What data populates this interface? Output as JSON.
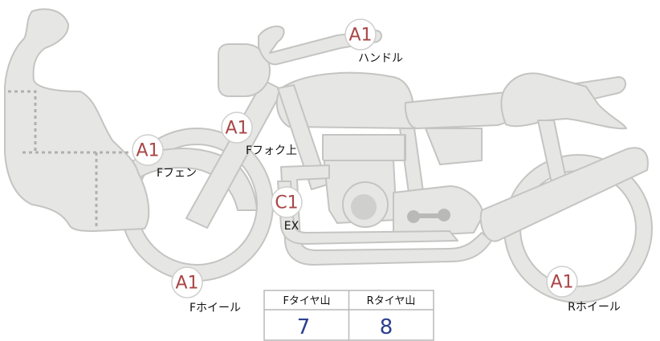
{
  "inspection_points": [
    {
      "id": "handlebar",
      "grade": "A1",
      "label": "ハンドル"
    },
    {
      "id": "front-fork-upper",
      "grade": "A1",
      "label": "Fフォク上"
    },
    {
      "id": "front-fender",
      "grade": "A1",
      "label": "Fフェン"
    },
    {
      "id": "exhaust",
      "grade": "C1",
      "label": "EX"
    },
    {
      "id": "front-wheel",
      "grade": "A1",
      "label": "Fホイール"
    },
    {
      "id": "rear-wheel",
      "grade": "A1",
      "label": "Rホイール"
    }
  ],
  "tire_table": {
    "headers": [
      "Fタイヤ山",
      "Rタイヤ山"
    ],
    "values": [
      "7",
      "8"
    ]
  },
  "colors": {
    "body_fill": "#e6e6e4",
    "body_stroke": "#c4c4c2",
    "grade_text": "#a84646",
    "value_text": "#2c3f8f"
  }
}
